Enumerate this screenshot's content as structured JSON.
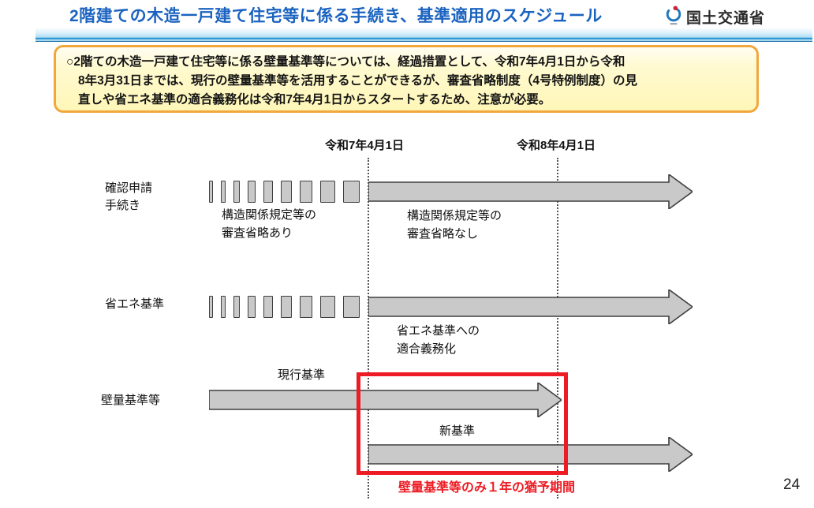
{
  "header": {
    "title": "2階建ての木造一戸建て住宅等に係る手続き、基準適用のスケジュール",
    "agency": "国土交通省",
    "logo_icon": "mlit-swirl-icon"
  },
  "notice": {
    "lines": [
      "○2階ての木造一戸建て住宅等に係る壁量基準等については、経過措置として、令和7年4月1日から令和",
      "8年3月31日までは、現行の壁量基準等を活用することができるが、審査省略制度（4号特例制度）の見",
      "直しや省エネ基準の適合義務化は令和7年4月1日からスタートするため、注意が必要。"
    ]
  },
  "timeline": {
    "milestones": [
      {
        "label": "令和7年4月1日"
      },
      {
        "label": "令和8年4月1日"
      }
    ],
    "phase_segment_widths": [
      5,
      6,
      8,
      10,
      12,
      14,
      16,
      19,
      21
    ],
    "rows": [
      {
        "label_lines": [
          "確認申請",
          "手続き"
        ],
        "before_lines": [
          "構造関係規定等の",
          "審査省略あり"
        ],
        "after_lines": [
          "構造関係規定等の",
          "審査省略なし"
        ]
      },
      {
        "label_lines": [
          "省エネ基準"
        ],
        "after_lines": [
          "省エネ基準への",
          "適合義務化"
        ]
      },
      {
        "label_lines": [
          "壁量基準等"
        ],
        "current_arrow_label": "現行基準",
        "new_arrow_label": "新基準",
        "grace_note": "壁量基準等のみ１年の猶予期間"
      }
    ]
  },
  "page_number": "24",
  "colors": {
    "title_blue": "#1b63c0",
    "notice_border_orange": "#f2a73d",
    "arrow_fill_gray": "#c9c9c9",
    "arrow_stroke": "#3f3f3f",
    "highlight_red": "#ed1c24"
  }
}
